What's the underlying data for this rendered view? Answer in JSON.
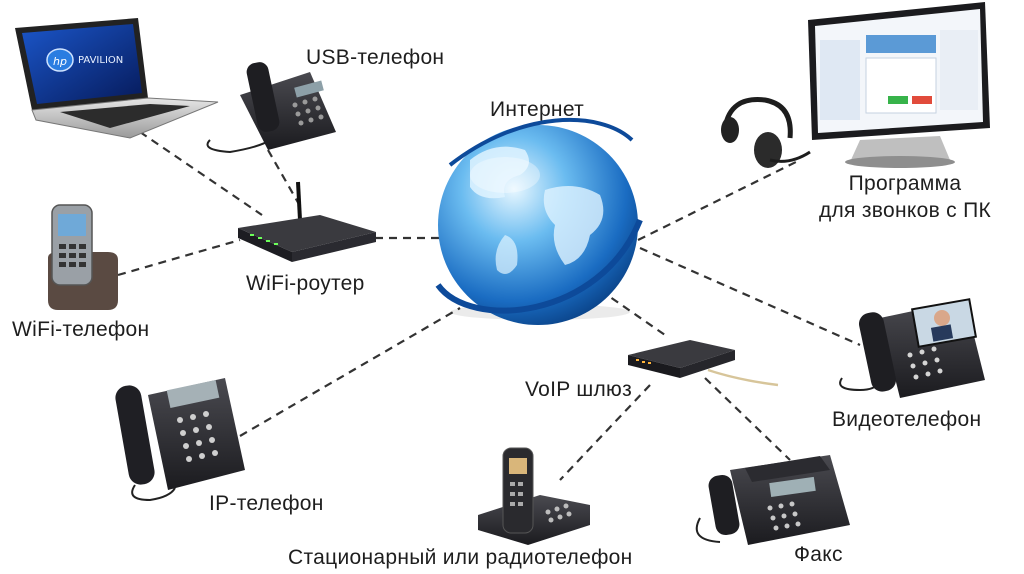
{
  "labels": {
    "internet": "Интернет",
    "usb_phone": "USB-телефон",
    "wifi_router": "WiFi-роутер",
    "wifi_phone": "WiFi-телефон",
    "ip_phone": "IP-телефон",
    "pc_program_line1": "Программа",
    "pc_program_line2": "для звонков с ПК",
    "video_phone": "Видеотелефон",
    "voip_gateway": "VoIP шлюз",
    "fax": "Факс",
    "landline": "Стационарный или радиотелефон",
    "laptop_brand": "PAVILION"
  },
  "colors": {
    "connection_line": "#333333",
    "globe_light": "#bfe6ff",
    "globe_dark": "#0b4f9c",
    "device_dark": "#2a2a2e"
  },
  "icons": [
    "laptop-icon",
    "usb-phone-icon",
    "router-icon",
    "wifi-phone-icon",
    "ip-phone-icon",
    "globe-icon",
    "headset-icon",
    "monitor-icon",
    "video-phone-icon",
    "voip-gateway-icon",
    "cordless-phone-icon",
    "fax-icon"
  ]
}
